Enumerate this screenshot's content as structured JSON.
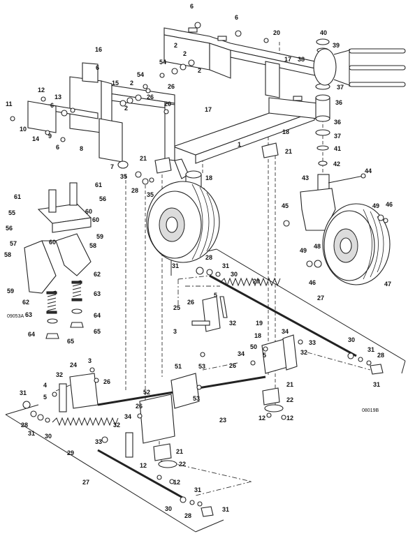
{
  "figure": {
    "reference_left": "09053A",
    "reference_right": "08019B"
  },
  "callouts": [
    {
      "id": "c6a",
      "text": "6"
    },
    {
      "id": "c6b",
      "text": "6"
    },
    {
      "id": "c20a",
      "text": "20"
    },
    {
      "id": "c40",
      "text": "40"
    },
    {
      "id": "c39",
      "text": "39"
    },
    {
      "id": "c16",
      "text": "16"
    },
    {
      "id": "c2a",
      "text": "2"
    },
    {
      "id": "c2b",
      "text": "2"
    },
    {
      "id": "c17a",
      "text": "17"
    },
    {
      "id": "c38",
      "text": "38"
    },
    {
      "id": "c54a",
      "text": "54"
    },
    {
      "id": "c2c",
      "text": "2"
    },
    {
      "id": "c6c",
      "text": "6"
    },
    {
      "id": "c26a",
      "text": "26"
    },
    {
      "id": "c15",
      "text": "15"
    },
    {
      "id": "c2d",
      "text": "2"
    },
    {
      "id": "c54b",
      "text": "54"
    },
    {
      "id": "c37a",
      "text": "37"
    },
    {
      "id": "c12a",
      "text": "12"
    },
    {
      "id": "c26b",
      "text": "26"
    },
    {
      "id": "c13",
      "text": "13"
    },
    {
      "id": "c2e",
      "text": "2"
    },
    {
      "id": "c36a",
      "text": "36"
    },
    {
      "id": "c20b",
      "text": "20"
    },
    {
      "id": "c11",
      "text": "11"
    },
    {
      "id": "c6d",
      "text": "6"
    },
    {
      "id": "c17b",
      "text": "17"
    },
    {
      "id": "c10",
      "text": "10"
    },
    {
      "id": "c9",
      "text": "9"
    },
    {
      "id": "c36b",
      "text": "36"
    },
    {
      "id": "c14",
      "text": "14"
    },
    {
      "id": "c18a",
      "text": "18"
    },
    {
      "id": "c1",
      "text": "1"
    },
    {
      "id": "c37b",
      "text": "37"
    },
    {
      "id": "c6e",
      "text": "6"
    },
    {
      "id": "c8",
      "text": "8"
    },
    {
      "id": "c41",
      "text": "41"
    },
    {
      "id": "c21a",
      "text": "21"
    },
    {
      "id": "c21b",
      "text": "21"
    },
    {
      "id": "c42",
      "text": "42"
    },
    {
      "id": "c7",
      "text": "7"
    },
    {
      "id": "c35a",
      "text": "35"
    },
    {
      "id": "c18b",
      "text": "18"
    },
    {
      "id": "c44",
      "text": "44"
    },
    {
      "id": "c43",
      "text": "43"
    },
    {
      "id": "c28a",
      "text": "28"
    },
    {
      "id": "c35b",
      "text": "35"
    },
    {
      "id": "c61a",
      "text": "61"
    },
    {
      "id": "c61b",
      "text": "61"
    },
    {
      "id": "c56a",
      "text": "56"
    },
    {
      "id": "c49a",
      "text": "49"
    },
    {
      "id": "c46a",
      "text": "46"
    },
    {
      "id": "c45",
      "text": "45"
    },
    {
      "id": "c55",
      "text": "55"
    },
    {
      "id": "c60a",
      "text": "60"
    },
    {
      "id": "c56b",
      "text": "56"
    },
    {
      "id": "c60b",
      "text": "60"
    },
    {
      "id": "c59a",
      "text": "59"
    },
    {
      "id": "c60c",
      "text": "60"
    },
    {
      "id": "c57",
      "text": "57"
    },
    {
      "id": "c58a",
      "text": "58"
    },
    {
      "id": "c49b",
      "text": "49"
    },
    {
      "id": "c48",
      "text": "48"
    },
    {
      "id": "c58b",
      "text": "58"
    },
    {
      "id": "c31a",
      "text": "31"
    },
    {
      "id": "c28b",
      "text": "28"
    },
    {
      "id": "c31b",
      "text": "31"
    },
    {
      "id": "c30a",
      "text": "30"
    },
    {
      "id": "c46b",
      "text": "46"
    },
    {
      "id": "c47",
      "text": "47"
    },
    {
      "id": "c62a",
      "text": "62"
    },
    {
      "id": "c59b",
      "text": "59"
    },
    {
      "id": "c29a",
      "text": "29"
    },
    {
      "id": "c5a",
      "text": "5"
    },
    {
      "id": "c62b",
      "text": "62"
    },
    {
      "id": "c63a",
      "text": "63"
    },
    {
      "id": "c27a",
      "text": "27"
    },
    {
      "id": "c26c",
      "text": "26"
    },
    {
      "id": "c25",
      "text": "25"
    },
    {
      "id": "c63b",
      "text": "63"
    },
    {
      "id": "c32a",
      "text": "32"
    },
    {
      "id": "c64a",
      "text": "64"
    },
    {
      "id": "c3a",
      "text": "3"
    },
    {
      "id": "c64b",
      "text": "64"
    },
    {
      "id": "c65a",
      "text": "65"
    },
    {
      "id": "c19",
      "text": "19"
    },
    {
      "id": "c65b",
      "text": "65"
    },
    {
      "id": "c18c",
      "text": "18"
    },
    {
      "id": "c50",
      "text": "50"
    },
    {
      "id": "c34a",
      "text": "34"
    },
    {
      "id": "c33a",
      "text": "33"
    },
    {
      "id": "c30b",
      "text": "30"
    },
    {
      "id": "c5b",
      "text": "5"
    },
    {
      "id": "c32b",
      "text": "32"
    },
    {
      "id": "c34b",
      "text": "34"
    },
    {
      "id": "c31c",
      "text": "31"
    },
    {
      "id": "c26d",
      "text": "26"
    },
    {
      "id": "c28c",
      "text": "28"
    },
    {
      "id": "c3b",
      "text": "3"
    },
    {
      "id": "c31d",
      "text": "31"
    },
    {
      "id": "c24",
      "text": "24"
    },
    {
      "id": "c51",
      "text": "51"
    },
    {
      "id": "c53a",
      "text": "53"
    },
    {
      "id": "c32c",
      "text": "32"
    },
    {
      "id": "c26e",
      "text": "26"
    },
    {
      "id": "c21c",
      "text": "21"
    },
    {
      "id": "c4",
      "text": "4"
    },
    {
      "id": "c52",
      "text": "52"
    },
    {
      "id": "c53b",
      "text": "53"
    },
    {
      "id": "c22a",
      "text": "22"
    },
    {
      "id": "c31e",
      "text": "31"
    },
    {
      "id": "c5c",
      "text": "5"
    },
    {
      "id": "c26f",
      "text": "26"
    },
    {
      "id": "c12b",
      "text": "12"
    },
    {
      "id": "c12c",
      "text": "12"
    },
    {
      "id": "c34c",
      "text": "34"
    },
    {
      "id": "c23",
      "text": "23"
    },
    {
      "id": "c28d",
      "text": "28"
    },
    {
      "id": "c31f",
      "text": "31"
    },
    {
      "id": "c32d",
      "text": "32"
    },
    {
      "id": "c30c",
      "text": "30"
    },
    {
      "id": "c33b",
      "text": "33"
    },
    {
      "id": "c29b",
      "text": "29"
    },
    {
      "id": "c21d",
      "text": "21"
    },
    {
      "id": "c22b",
      "text": "22"
    },
    {
      "id": "c12d",
      "text": "12"
    },
    {
      "id": "c12e",
      "text": "12"
    },
    {
      "id": "c27b",
      "text": "27"
    },
    {
      "id": "c31g",
      "text": "31"
    },
    {
      "id": "c30d",
      "text": "30"
    },
    {
      "id": "c31h",
      "text": "31"
    },
    {
      "id": "c28e",
      "text": "28"
    }
  ]
}
